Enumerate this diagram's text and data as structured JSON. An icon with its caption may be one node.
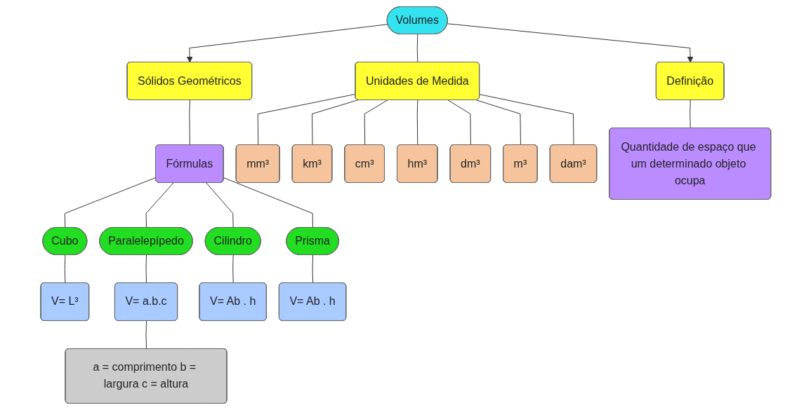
{
  "diagram": {
    "nodes": [
      {
        "text": [
          "Volumes"
        ]
      },
      {
        "text": [
          "Sólidos Geométricos"
        ]
      },
      {
        "text": [
          "Unidades de Medida"
        ]
      },
      {
        "text": [
          "Definição"
        ]
      },
      {
        "text": [
          "Fórmulas"
        ]
      },
      {
        "text": [
          "mm³"
        ]
      },
      {
        "text": [
          "km³"
        ]
      },
      {
        "text": [
          "cm³"
        ]
      },
      {
        "text": [
          "hm³"
        ]
      },
      {
        "text": [
          "dm³"
        ]
      },
      {
        "text": [
          "m³"
        ]
      },
      {
        "text": [
          "dam³"
        ]
      },
      {
        "text": [
          "Quantidade de espaço que um determinado objeto ocupa"
        ]
      },
      {
        "text": [
          "Cubo"
        ]
      },
      {
        "text": [
          "Paralelepípedo"
        ]
      },
      {
        "text": [
          "Cilindro"
        ]
      },
      {
        "text": [
          "Prisma"
        ]
      },
      {
        "text": [
          "V= L³"
        ]
      },
      {
        "text": [
          "V= a.b.c"
        ]
      },
      {
        "text": [
          "V= Ab . h"
        ]
      },
      {
        "text": [
          "V= Ab . h"
        ]
      },
      {
        "text": [
          "a = comprimento b = largura c = altura"
        ]
      }
    ],
    "edges": [
      {
        "from": 0,
        "to": 1,
        "arrow": "to"
      },
      {
        "from": 0,
        "to": 2,
        "arrow": "none"
      },
      {
        "from": 0,
        "to": 3,
        "arrow": "to"
      },
      {
        "from": 1,
        "to": 4,
        "arrow": "none"
      },
      {
        "from": 2,
        "to": 5,
        "arrow": "none"
      },
      {
        "from": 2,
        "to": 7,
        "arrow": "none"
      },
      {
        "from": 2,
        "to": 9,
        "arrow": "none"
      },
      {
        "from": 2,
        "to": 10,
        "arrow": "none"
      },
      {
        "from": 2,
        "to": 11,
        "arrow": "none"
      },
      {
        "from": 2,
        "to": 8,
        "arrow": "none"
      },
      {
        "from": 2,
        "to": 6,
        "arrow": "none"
      },
      {
        "from": 3,
        "to": 12,
        "arrow": "none"
      },
      {
        "from": 4,
        "to": 13,
        "arrow": "none"
      },
      {
        "from": 4,
        "to": 14,
        "arrow": "none"
      },
      {
        "from": 4,
        "to": 16,
        "arrow": "none"
      },
      {
        "from": 4,
        "to": 15,
        "arrow": "none"
      },
      {
        "from": 13,
        "to": 17,
        "arrow": "none"
      },
      {
        "from": 14,
        "to": 18,
        "arrow": "none"
      },
      {
        "from": 18,
        "to": 21,
        "arrow": "none"
      },
      {
        "from": 16,
        "to": 20,
        "arrow": "none"
      },
      {
        "from": 15,
        "to": 19,
        "arrow": "none"
      }
    ]
  }
}
